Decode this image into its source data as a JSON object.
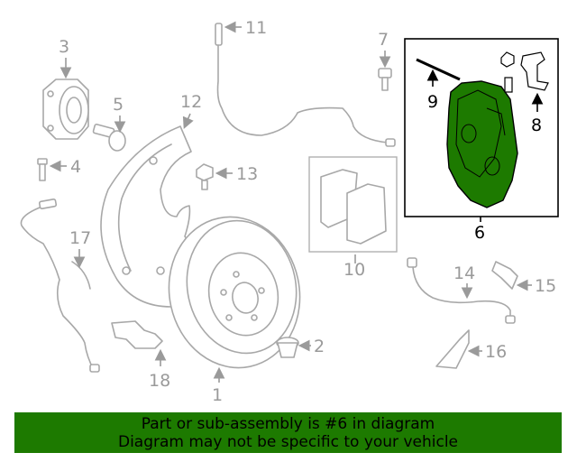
{
  "callouts": {
    "c1": "1",
    "c2": "2",
    "c3": "3",
    "c4": "4",
    "c5": "5",
    "c6": "6",
    "c7": "7",
    "c8": "8",
    "c9": "9",
    "c10": "10",
    "c11": "11",
    "c12": "12",
    "c13": "13",
    "c14": "14",
    "c15": "15",
    "c16": "16",
    "c17": "17",
    "c18": "18"
  },
  "highlight_part": "6",
  "colors": {
    "highlight": "#1d7a00",
    "banner_bg": "#1d7a00",
    "line_gray": "#a8a8a8",
    "text_gray": "#9a9a9a"
  },
  "banner": {
    "line1": "Part or sub-assembly is #6 in diagram",
    "line2": "Diagram may not be specific to your vehicle"
  }
}
